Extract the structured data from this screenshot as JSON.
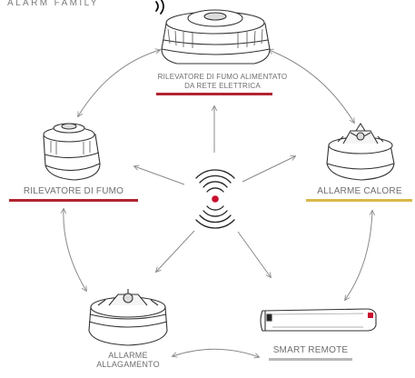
{
  "title": "ALARM FAMILY",
  "center_icon": "wireless-signal-icon",
  "products": {
    "mains_smoke": {
      "label_line1": "RILEVATORE DI FUMO ALIMENTATO",
      "label_line2": "DA RETE ELETTRICA",
      "underline_color": "#b22430",
      "icon": "mains-smoke-detector-icon"
    },
    "smoke": {
      "label": "RILEVATORE DI FUMO",
      "underline_color": "#b22430",
      "icon": "smoke-detector-icon"
    },
    "heat": {
      "label": "ALLARME CALORE",
      "underline_color": "#d9b84a",
      "icon": "heat-alarm-icon"
    },
    "flood": {
      "label_line1": "ALLARME",
      "label_line2": "ALLAGAMENTO",
      "icon": "flood-alarm-icon"
    },
    "remote": {
      "label": "SMART REMOTE",
      "underline_color": "#b8b8b8",
      "icon": "smart-remote-icon"
    }
  },
  "colors": {
    "line": "#8a8a8a",
    "device_stroke": "#333333",
    "signal_dot": "#c8102e"
  }
}
